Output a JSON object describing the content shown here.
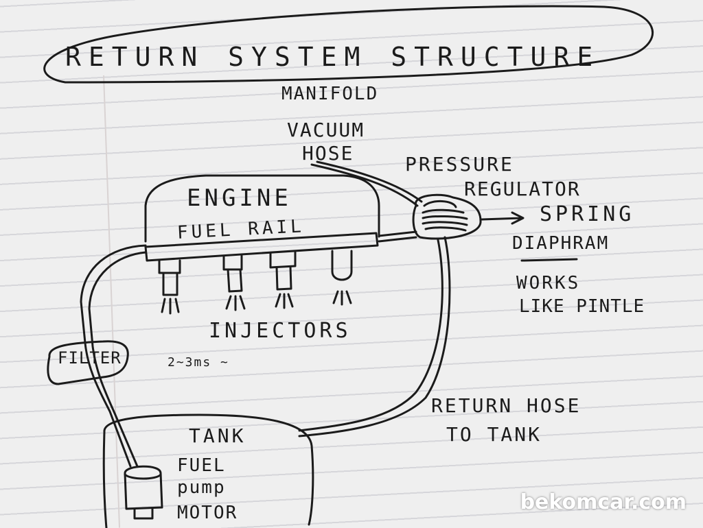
{
  "title": "RETURN SYSTEM STRUCTURE",
  "labels": {
    "manifold": "MANIFOLD",
    "vacuum_hose_line1": "VACUUM",
    "vacuum_hose_line2": "HOSE",
    "pressure_regulator_line1": "PRESSURE",
    "pressure_regulator_line2": "REGULATOR",
    "engine": "ENGINE",
    "fuel_rail": "FUEL RAIL",
    "spring": "SPRING",
    "diaphragm": "DIAPHRAM",
    "works_like_line1": "WORKS",
    "works_like_line2": "LIKE PINTLE",
    "injectors": "INJECTORS",
    "timing": "2~3ms ~",
    "filter": "FILTER",
    "return_hose_line1": "RETURN HOSE",
    "return_hose_line2": "TO TANK",
    "tank": "TANK",
    "pump_line1": "FUEL",
    "pump_line2": "pump",
    "pump_line3": "MOTOR"
  },
  "watermark": "bekomcar.com",
  "colors": {
    "ink": "#1b1b1b",
    "paper": "#efefef",
    "rule": "#d6d6da"
  }
}
